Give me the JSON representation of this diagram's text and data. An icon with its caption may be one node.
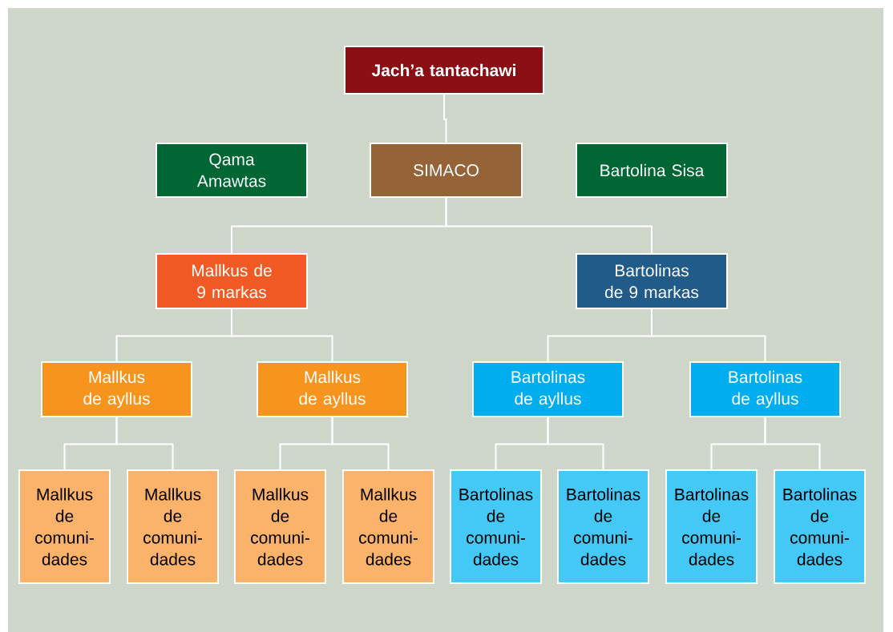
{
  "diagram": {
    "nodes": [
      {
        "text": [
          "Jach’a tantachawi"
        ]
      },
      {
        "text": [
          "Qama Amawtas"
        ]
      },
      {
        "text": [
          "SIMACO"
        ]
      },
      {
        "text": [
          "Bartolina Sisa"
        ]
      },
      {
        "text": [
          "Mallkus de 9 markas"
        ]
      },
      {
        "text": [
          "Bartolinas de 9 markas"
        ]
      },
      {
        "text": [
          "Mallkus de ayllus"
        ]
      },
      {
        "text": [
          "Mallkus de ayllus"
        ]
      },
      {
        "text": [
          "Bartolinas de ayllus"
        ]
      },
      {
        "text": [
          "Bartolinas de ayllus"
        ]
      },
      {
        "text": [
          "Mallkus de comuni- dades"
        ]
      },
      {
        "text": [
          "Mallkus de comuni- dades"
        ]
      },
      {
        "text": [
          "Mallkus de comuni- dades"
        ]
      },
      {
        "text": [
          "Mallkus de comuni- dades"
        ]
      },
      {
        "text": [
          "Bartolinas de comuni- dades"
        ]
      },
      {
        "text": [
          "Bartolinas de comuni- dades"
        ]
      },
      {
        "text": [
          "Bartolinas de comuni- dades"
        ]
      },
      {
        "text": [
          "Bartolinas de comuni- dades"
        ]
      }
    ],
    "edges": [
      {
        "from": 0,
        "to": 2,
        "arrow": "none"
      },
      {
        "from": 2,
        "to": 4,
        "arrow": "none"
      },
      {
        "from": 2,
        "to": 5,
        "arrow": "none"
      },
      {
        "from": 4,
        "to": 6,
        "arrow": "none"
      },
      {
        "from": 4,
        "to": 7,
        "arrow": "none"
      },
      {
        "from": 5,
        "to": 8,
        "arrow": "none"
      },
      {
        "from": 5,
        "to": 9,
        "arrow": "none"
      },
      {
        "from": 6,
        "to": 10,
        "arrow": "none"
      },
      {
        "from": 6,
        "to": 11,
        "arrow": "none"
      },
      {
        "from": 7,
        "to": 12,
        "arrow": "none"
      },
      {
        "from": 7,
        "to": 13,
        "arrow": "none"
      },
      {
        "from": 8,
        "to": 14,
        "arrow": "none"
      },
      {
        "from": 8,
        "to": 15,
        "arrow": "none"
      },
      {
        "from": 9,
        "to": 16,
        "arrow": "none"
      },
      {
        "from": 9,
        "to": 17,
        "arrow": "none"
      }
    ]
  }
}
